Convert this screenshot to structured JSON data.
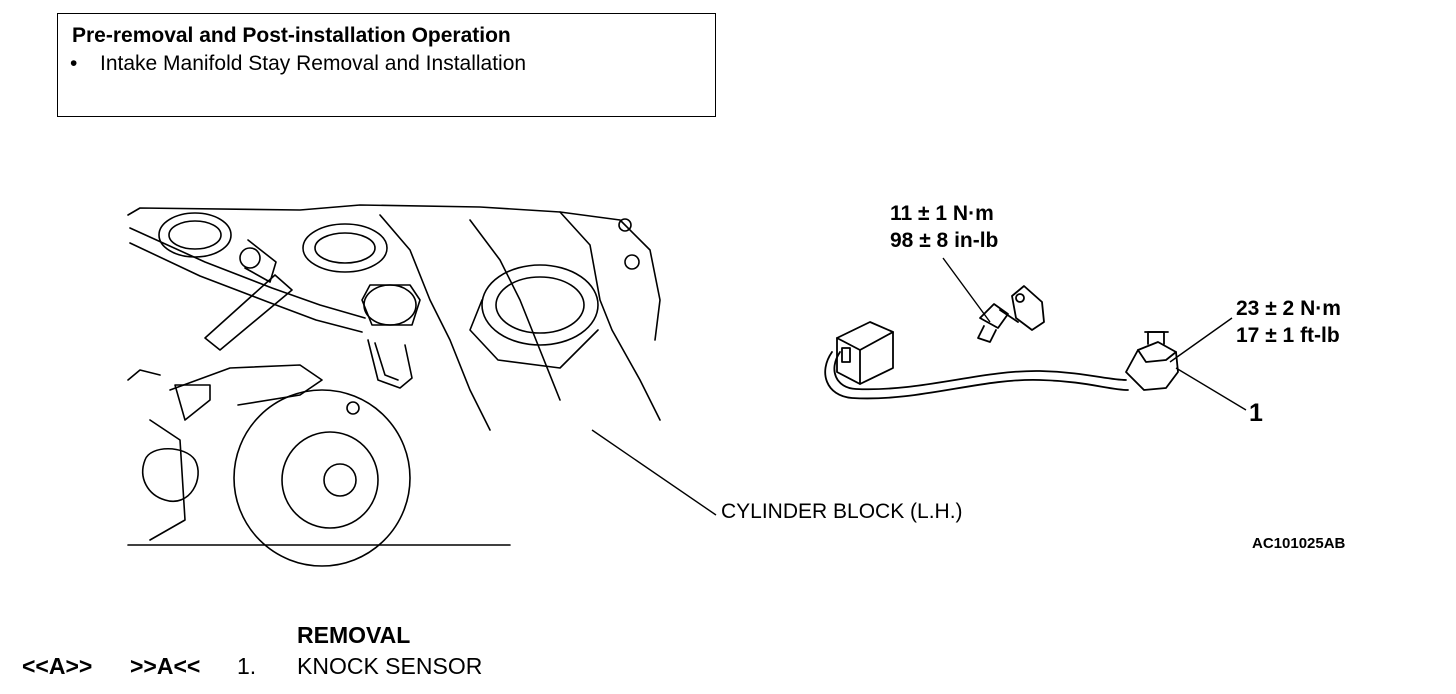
{
  "operation_box": {
    "title": "Pre-removal and Post-installation Operation",
    "bullet_symbol": "•",
    "items": [
      "Intake Manifold Stay Removal and Installation"
    ]
  },
  "diagram": {
    "torque_bolt": {
      "line1": "11 ± 1 N·m",
      "line2": "98 ± 8 in-lb"
    },
    "torque_sensor": {
      "line1": "23 ± 2 N·m",
      "line2": "17 ± 1 ft-lb"
    },
    "part_number_label": "1",
    "cylinder_block_label": "CYLINDER BLOCK (L.H.)",
    "figure_id": "AC101025AB"
  },
  "removal": {
    "title": "REMOVAL",
    "rows": [
      {
        "ref_removal": "<<A>>",
        "ref_install": ">>A<<",
        "number": "1.",
        "name": "KNOCK SENSOR"
      }
    ]
  }
}
